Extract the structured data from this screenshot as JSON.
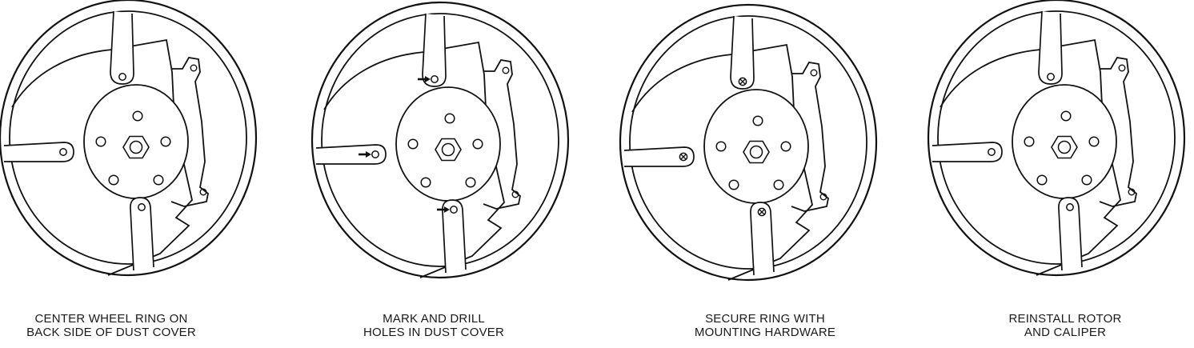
{
  "steps": [
    {
      "line1": "CENTER WHEEL RING ON",
      "line2": "BACK SIDE OF DUST COVER",
      "mark_style": "plain-hole",
      "show_arrows": false
    },
    {
      "line1": "MARK AND DRILL",
      "line2": "HOLES IN DUST COVER",
      "mark_style": "plain-hole",
      "show_arrows": true
    },
    {
      "line1": "SECURE RING WITH",
      "line2": "MOUNTING HARDWARE",
      "mark_style": "fastener",
      "show_arrows": false
    },
    {
      "line1": "REINSTALL ROTOR",
      "line2": "AND CALIPER",
      "mark_style": "plain-hole",
      "show_arrows": false
    }
  ],
  "colors": {
    "stroke": "#111111",
    "background": "#ffffff"
  }
}
